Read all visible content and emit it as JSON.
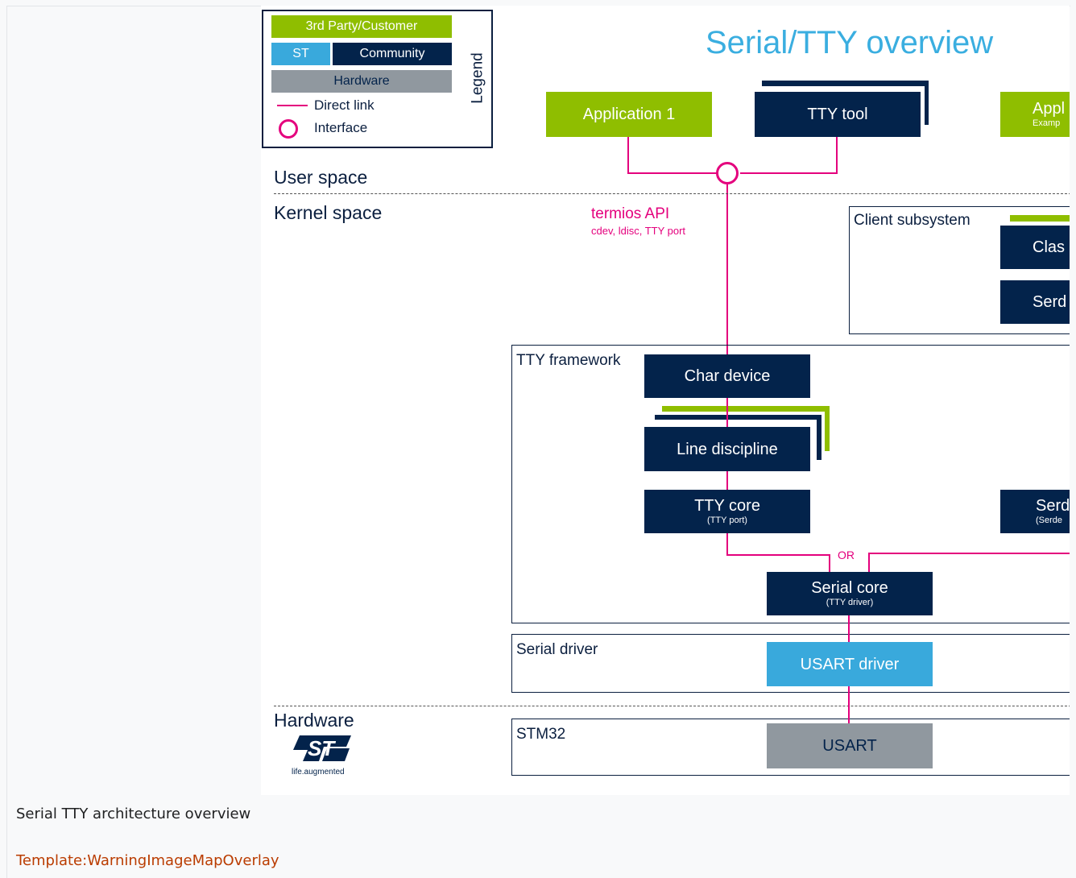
{
  "legend": {
    "third_party": "3rd Party/Customer",
    "st": "ST",
    "community": "Community",
    "hardware": "Hardware",
    "direct_link": "Direct link",
    "interface": "Interface",
    "title": "Legend"
  },
  "diagram": {
    "title": "Serial/TTY overview",
    "user_space": "User space",
    "kernel_space": "Kernel space",
    "hardware": "Hardware",
    "app1": "Application 1",
    "tty_tool": "TTY  tool",
    "app_right": "Appl",
    "app_right_sub": "Examp",
    "termios_api": "termios API",
    "termios_sub": "cdev, ldisc, TTY  port",
    "client_subsystem": "Client subsystem",
    "client_box1": "Clas",
    "client_box2": "Serd",
    "tty_framework": "TTY  framework",
    "char_device": "Char device",
    "line_discipline": "Line discipline",
    "tty_core": "TTY  core",
    "tty_core_sub": "(TTY port)",
    "serdev_right": "Serd",
    "serdev_right_sub": "(Serde",
    "or": "OR",
    "serial_core": "Serial core",
    "serial_core_sub": "(TTY driver)",
    "serial_driver": "Serial driver",
    "usart_driver": "USART driver",
    "stm32": "STM32",
    "usart": "USART",
    "st_tagline": "life.augmented"
  },
  "caption": "Serial TTY architecture overview",
  "template_link": "Template:WarningImageMapOverlay",
  "colors": {
    "navy": "#03234b",
    "green": "#8fbe00",
    "cyan": "#39a9dc",
    "grey": "#90989f",
    "magenta": "#e4007d",
    "link": "#ba3c00"
  }
}
